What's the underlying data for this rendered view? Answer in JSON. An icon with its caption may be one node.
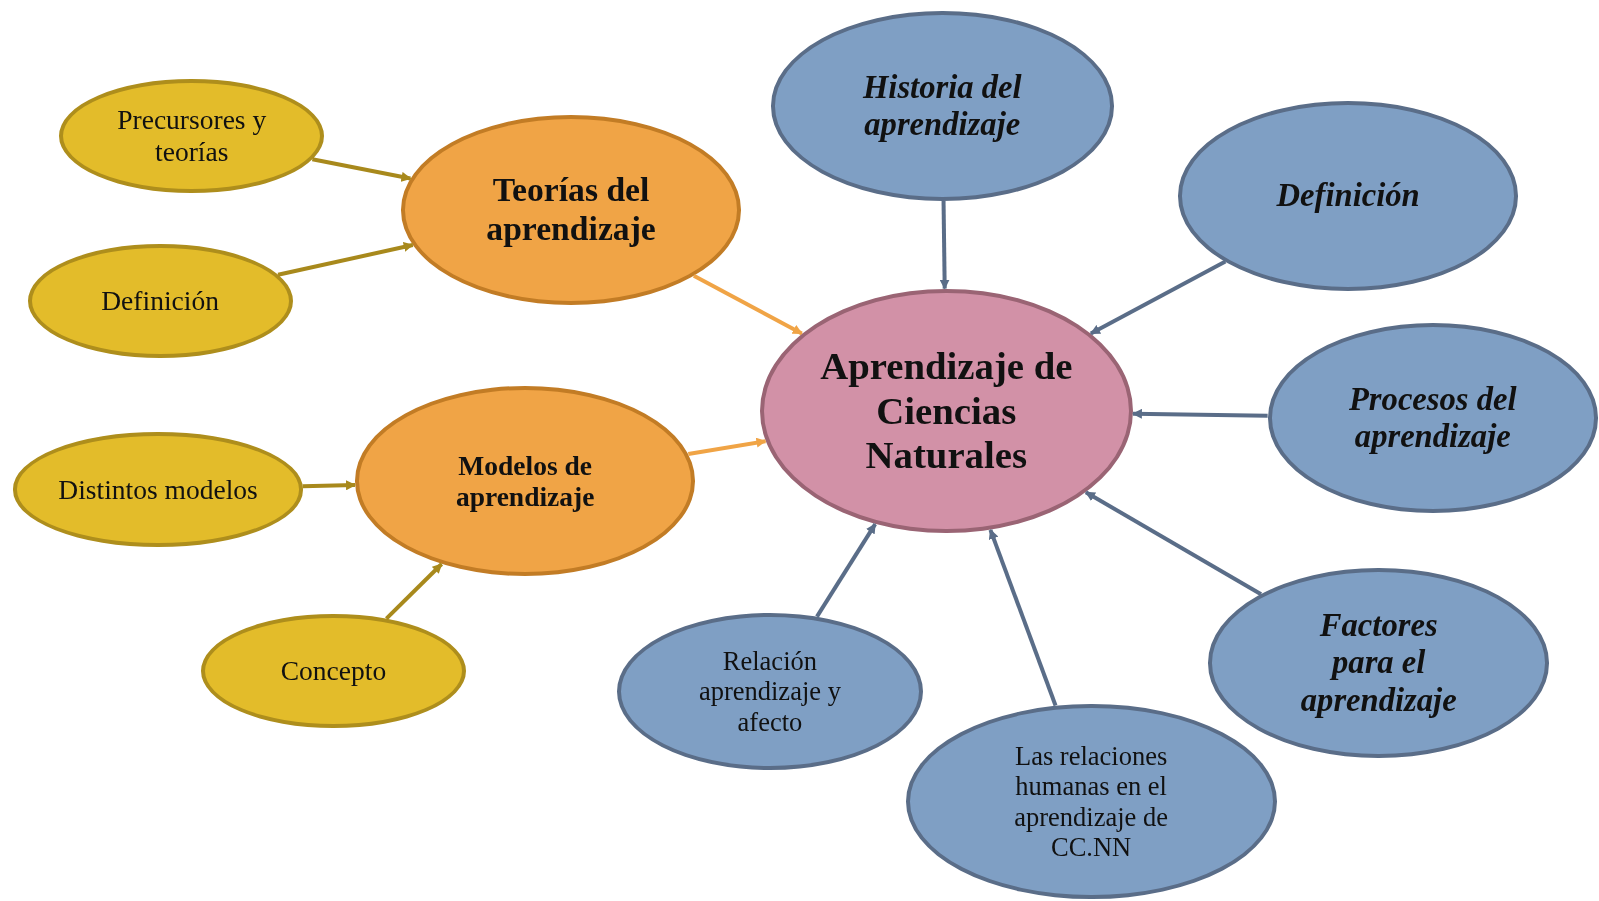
{
  "diagram": {
    "nodes": [
      {
        "text": [
          "Aprendizaje de Ciencias Naturales"
        ]
      },
      {
        "text": [
          "Teorías del aprendizaje"
        ]
      },
      {
        "text": [
          "Precursores y teorías"
        ]
      },
      {
        "text": [
          "Definición"
        ]
      },
      {
        "text": [
          "Modelos de aprendizaje"
        ]
      },
      {
        "text": [
          "Distintos modelos"
        ]
      },
      {
        "text": [
          "Concepto"
        ]
      },
      {
        "text": [
          "Historia del aprendizaje"
        ]
      },
      {
        "text": [
          "Definición"
        ]
      },
      {
        "text": [
          "Procesos del aprendizaje"
        ]
      },
      {
        "text": [
          "Factores para el aprendizaje"
        ]
      },
      {
        "text": [
          "Las relaciones humanas en el aprendizaje de CC.NN"
        ]
      },
      {
        "text": [
          "Relación aprendizaje y afecto"
        ]
      }
    ],
    "edges": [
      {
        "from": 2,
        "to": 1,
        "arrow": "to",
        "color": "#a8891c"
      },
      {
        "from": 3,
        "to": 1,
        "arrow": "to",
        "color": "#a8891c"
      },
      {
        "from": 1,
        "to": 0,
        "arrow": "to",
        "color": "#f0a446"
      },
      {
        "from": 5,
        "to": 4,
        "arrow": "to",
        "color": "#a8891c"
      },
      {
        "from": 6,
        "to": 4,
        "arrow": "to",
        "color": "#a8891c"
      },
      {
        "from": 4,
        "to": 0,
        "arrow": "to",
        "color": "#f0a446"
      },
      {
        "from": 7,
        "to": 0,
        "arrow": "to"
      },
      {
        "from": 8,
        "to": 0,
        "arrow": "to"
      },
      {
        "from": 9,
        "to": 0,
        "arrow": "to"
      },
      {
        "from": 10,
        "to": 0,
        "arrow": "to"
      },
      {
        "from": 11,
        "to": 0,
        "arrow": "to"
      },
      {
        "from": 12,
        "to": 0,
        "arrow": "to"
      }
    ]
  }
}
